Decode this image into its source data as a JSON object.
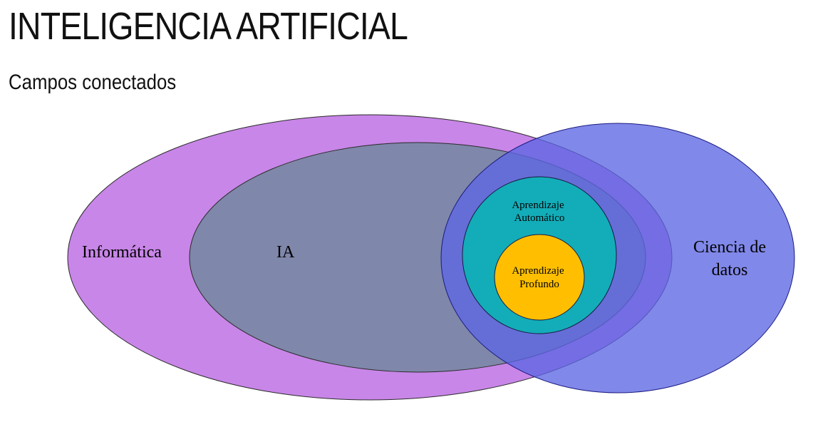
{
  "title": "INTELIGENCIA ARTIFICIAL",
  "subtitle": "Campos conectados",
  "diagram": {
    "informatica": {
      "label": "Informática",
      "color": "#c886e8"
    },
    "ia": {
      "label": "IA",
      "color": "#7f87aa"
    },
    "ciencia_de_datos": {
      "label_line1": "Ciencia de",
      "label_line2": "datos",
      "color": "#5c66e3"
    },
    "aprendizaje_automatico": {
      "label_line1": "Aprendizaje",
      "label_line2": "Automático",
      "color": "#13adb9"
    },
    "aprendizaje_profundo": {
      "label_line1": "Aprendizaje",
      "label_line2": "Profundo",
      "color": "#ffbf00"
    }
  }
}
